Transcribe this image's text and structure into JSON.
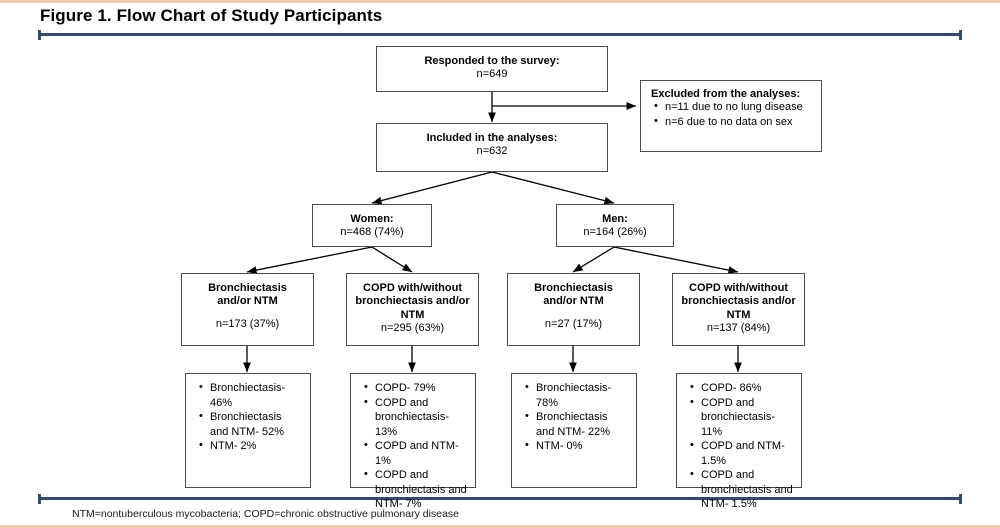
{
  "figure": {
    "title": "Figure 1. Flow Chart of Study Participants",
    "footnote": "NTM=nontuberculous mycobacteria; COPD=chronic obstructive pulmonary disease"
  },
  "colors": {
    "rule_navy": "#3a4a66",
    "edge_peach": "#f7c9b0",
    "box_border": "#4d4d4d",
    "text": "#000000"
  },
  "chart_data": {
    "type": "diagram",
    "title": "Figure 1. Flow Chart of Study Participants",
    "nodes": [
      {
        "id": "responded",
        "header": "Responded to the survey:",
        "value": "n=649"
      },
      {
        "id": "excluded",
        "header": "Excluded from the analyses:",
        "items": [
          "n=11 due to no lung disease",
          "n=6 due to no data on sex"
        ]
      },
      {
        "id": "included",
        "header": "Included in the analyses:",
        "value": "n=632"
      },
      {
        "id": "women",
        "header": "Women:",
        "value": "n=468 (74%)"
      },
      {
        "id": "men",
        "header": "Men:",
        "value": "n=164 (26%)"
      },
      {
        "id": "women_bronch",
        "header": "Bronchiectasis and/or NTM",
        "value": "n=173 (37%)"
      },
      {
        "id": "women_copd",
        "header": "COPD with/without bronchiectasis and/or NTM",
        "value": "n=295 (63%)"
      },
      {
        "id": "men_bronch",
        "header": "Bronchiectasis and/or NTM",
        "value": "n=27 (17%)"
      },
      {
        "id": "men_copd",
        "header": "COPD with/without bronchiectasis and/or NTM",
        "value": "n=137 (84%)"
      },
      {
        "id": "women_bronch_detail",
        "items": [
          "Bronchiectasis- 46%",
          "Bronchiectasis and NTM- 52%",
          "NTM- 2%"
        ]
      },
      {
        "id": "women_copd_detail",
        "items": [
          "COPD- 79%",
          "COPD and bronchiectasis- 13%",
          "COPD and NTM-1%",
          "COPD and bronchiectasis and NTM- 7%"
        ]
      },
      {
        "id": "men_bronch_detail",
        "items": [
          "Bronchiectasis- 78%",
          "Bronchiectasis and NTM- 22%",
          "NTM- 0%"
        ]
      },
      {
        "id": "men_copd_detail",
        "items": [
          "COPD- 86%",
          "COPD and bronchiectasis- 11%",
          "COPD and NTM- 1.5%",
          "COPD and bronchiectasis and NTM- 1.5%"
        ]
      }
    ],
    "edges": [
      {
        "from": "responded",
        "to": "excluded"
      },
      {
        "from": "responded",
        "to": "included"
      },
      {
        "from": "included",
        "to": "women"
      },
      {
        "from": "included",
        "to": "men"
      },
      {
        "from": "women",
        "to": "women_bronch"
      },
      {
        "from": "women",
        "to": "women_copd"
      },
      {
        "from": "men",
        "to": "men_bronch"
      },
      {
        "from": "men",
        "to": "men_copd"
      },
      {
        "from": "women_bronch",
        "to": "women_bronch_detail"
      },
      {
        "from": "women_copd",
        "to": "women_copd_detail"
      },
      {
        "from": "men_bronch",
        "to": "men_bronch_detail"
      },
      {
        "from": "men_copd",
        "to": "men_copd_detail"
      }
    ]
  },
  "boxes": {
    "responded": {
      "header": "Responded to the survey:",
      "value": "n=649"
    },
    "excluded": {
      "header": "Excluded from the analyses:",
      "item_0": "n=11 due to no lung disease",
      "item_1": "n=6 due to no data on sex"
    },
    "included": {
      "header": "Included in the analyses:",
      "value": "n=632"
    },
    "women": {
      "header": "Women:",
      "value": "n=468 (74%)"
    },
    "men": {
      "header": "Men:",
      "value": "n=164 (26%)"
    },
    "women_bronch": {
      "line_0": "Bronchiectasis",
      "line_1": "and/or NTM",
      "value": "n=173 (37%)"
    },
    "women_copd": {
      "line_0": "COPD with/without",
      "line_1": "bronchiectasis and/or",
      "line_2": "NTM",
      "value": "n=295 (63%)"
    },
    "men_bronch": {
      "line_0": "Bronchiectasis",
      "line_1": "and/or NTM",
      "value": "n=27 (17%)"
    },
    "men_copd": {
      "line_0": "COPD with/without",
      "line_1": "bronchiectasis and/or",
      "line_2": "NTM",
      "value": "n=137 (84%)"
    },
    "women_bronch_detail": {
      "item_0": "Bronchiectasis- 46%",
      "item_1": "Bronchiectasis and NTM- 52%",
      "item_2": "NTM- 2%"
    },
    "women_copd_detail": {
      "item_0": "COPD- 79%",
      "item_1": "COPD and bronchiectasis- 13%",
      "item_2": "COPD and NTM-1%",
      "item_3": "COPD and bronchiectasis and NTM- 7%"
    },
    "men_bronch_detail": {
      "item_0": "Bronchiectasis- 78%",
      "item_1": "Bronchiectasis and NTM- 22%",
      "item_2": "NTM- 0%"
    },
    "men_copd_detail": {
      "item_0": "COPD- 86%",
      "item_1": "COPD and bronchiectasis- 11%",
      "item_2": "COPD and NTM- 1.5%",
      "item_3": "COPD and bronchiectasis and NTM- 1.5%"
    }
  }
}
